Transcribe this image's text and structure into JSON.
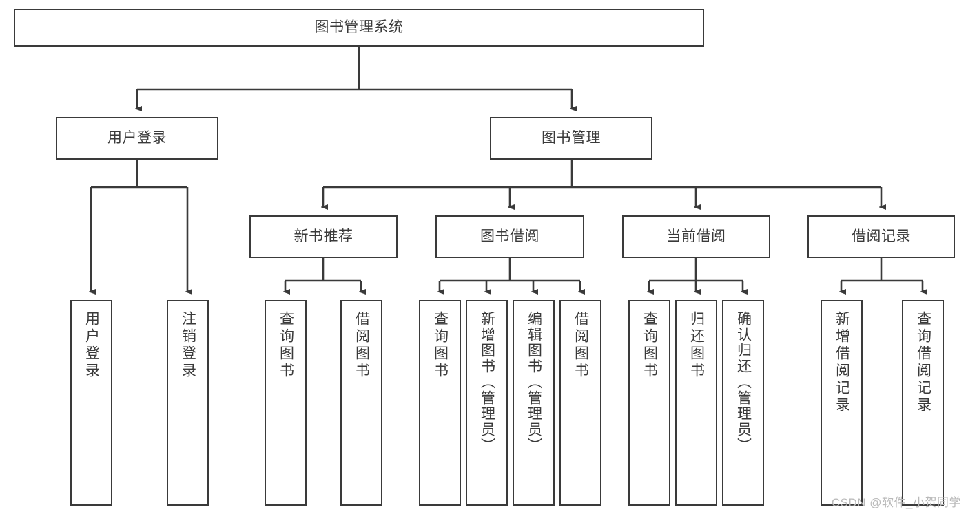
{
  "diagram": {
    "title": "图书管理系统",
    "watermark": "CSDN @软件_小贺同学",
    "colors": {
      "stroke": "#3a3a3a",
      "text": "#3a3a3a",
      "background": "#ffffff",
      "watermark": "#b9b9b9"
    },
    "nodes": {
      "root": "图书管理系统",
      "level2": {
        "user_login": "用户登录",
        "book_manage": "图书管理"
      },
      "level3": {
        "new_book_recommend": "新书推荐",
        "book_borrow": "图书借阅",
        "current_borrow": "当前借阅",
        "borrow_record": "借阅记录"
      },
      "leaves": {
        "user_login_1": "用户登录",
        "user_login_2": "注销登录",
        "new_book_1": "查询图书",
        "new_book_2": "借阅图书",
        "book_borrow_1": "查询图书",
        "book_borrow_2": "新增图书（管理员）",
        "book_borrow_3": "编辑图书（管理员）",
        "book_borrow_4": "借阅图书",
        "current_borrow_1": "查询图书",
        "current_borrow_2": "归还图书",
        "current_borrow_3": "确认归还（管理员）",
        "borrow_record_1": "新增借阅记录",
        "borrow_record_2": "查询借阅记录"
      }
    }
  }
}
